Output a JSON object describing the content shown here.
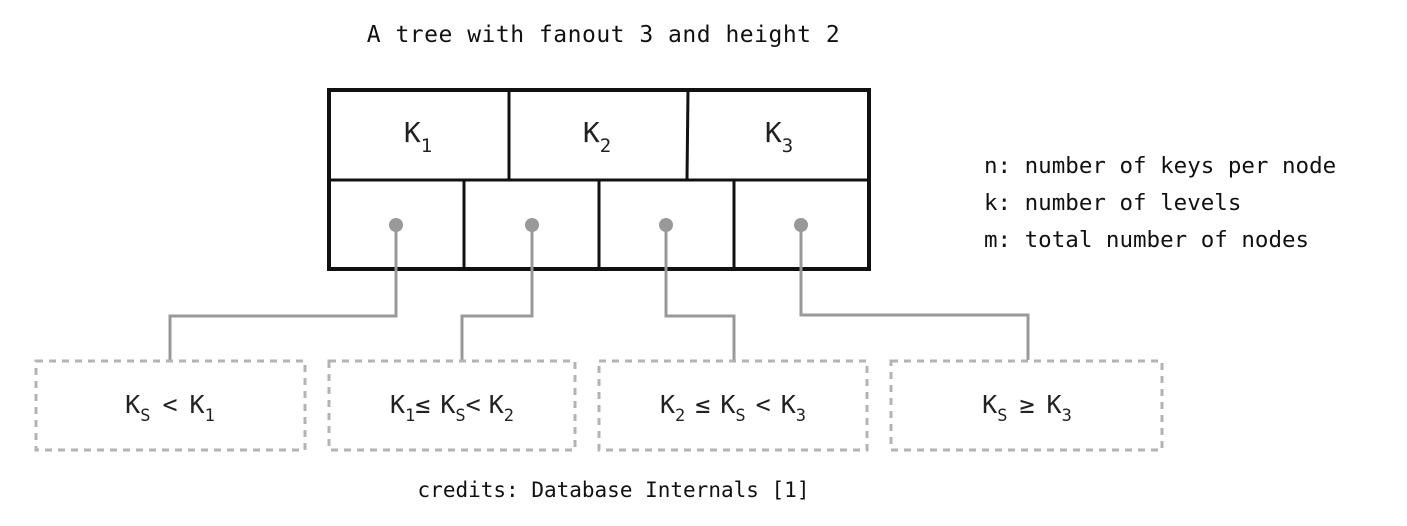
{
  "title": "A tree with fanout 3 and height 2",
  "root_node": {
    "keys": [
      {
        "base": "K",
        "sub": "1"
      },
      {
        "base": "K",
        "sub": "2"
      },
      {
        "base": "K",
        "sub": "3"
      }
    ],
    "pointer_count": 4
  },
  "child_nodes": [
    {
      "parts": [
        {
          "base": "K",
          "sub": "S"
        },
        {
          "op": "<"
        },
        {
          "base": "K",
          "sub": "1"
        }
      ]
    },
    {
      "parts": [
        {
          "base": "K",
          "sub": "1"
        },
        {
          "op": "≤"
        },
        {
          "base": "K",
          "sub": "S"
        },
        {
          "op": "<"
        },
        {
          "base": "K",
          "sub": "2"
        }
      ]
    },
    {
      "parts": [
        {
          "base": "K",
          "sub": "2"
        },
        {
          "op": "≤"
        },
        {
          "base": "K",
          "sub": "S"
        },
        {
          "op": "<"
        },
        {
          "base": "K",
          "sub": "3"
        }
      ]
    },
    {
      "parts": [
        {
          "base": "K",
          "sub": "S"
        },
        {
          "op": "≥"
        },
        {
          "base": "K",
          "sub": "3"
        }
      ]
    }
  ],
  "legend": [
    "n: number of keys per node",
    "k: number of levels",
    "m: total number of nodes"
  ],
  "credits": "credits: Database Internals [1]",
  "colors": {
    "node_border": "#111111",
    "pointer": "#999999",
    "child_border": "#b3b3b3",
    "text": "#222222"
  }
}
